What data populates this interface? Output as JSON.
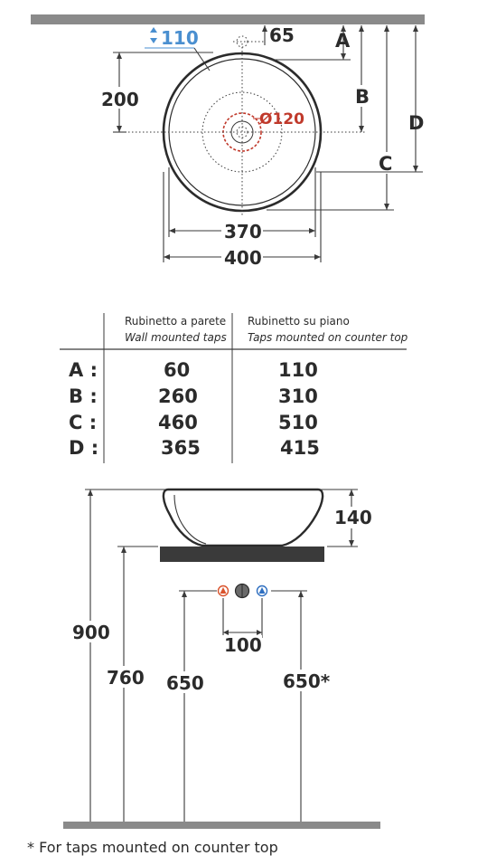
{
  "top_view": {
    "dim_110": "110",
    "dim_65": "65",
    "dim_200": "200",
    "dim_120": "Ø120",
    "dim_370": "370",
    "dim_400": "400",
    "label_a": "A",
    "label_b": "B",
    "label_c": "C",
    "label_d": "D"
  },
  "table": {
    "header_wall": "Rubinetto a parete",
    "header_wall_en": "Wall mounted taps",
    "header_counter": "Rubinetto su piano",
    "header_counter_en": "Taps mounted on counter top",
    "rows": [
      {
        "label": "A :",
        "wall": "60",
        "counter": "110"
      },
      {
        "label": "B :",
        "wall": "260",
        "counter": "310"
      },
      {
        "label": "C :",
        "wall": "460",
        "counter": "510"
      },
      {
        "label": "D :",
        "wall": "365",
        "counter": "415"
      }
    ]
  },
  "side_view": {
    "dim_140": "140",
    "dim_900": "900",
    "dim_760": "760",
    "dim_650": "650",
    "dim_650_star": "650*",
    "dim_100": "100"
  },
  "footnote": "*  For taps mounted on counter top",
  "colors": {
    "accent_blue": "#4a8fd0",
    "accent_red": "#c0392b",
    "hot_tap": "#d9532c",
    "cold_tap": "#2f6fc0",
    "wall": "#8a8a8a",
    "counter": "#3a3a3a"
  }
}
